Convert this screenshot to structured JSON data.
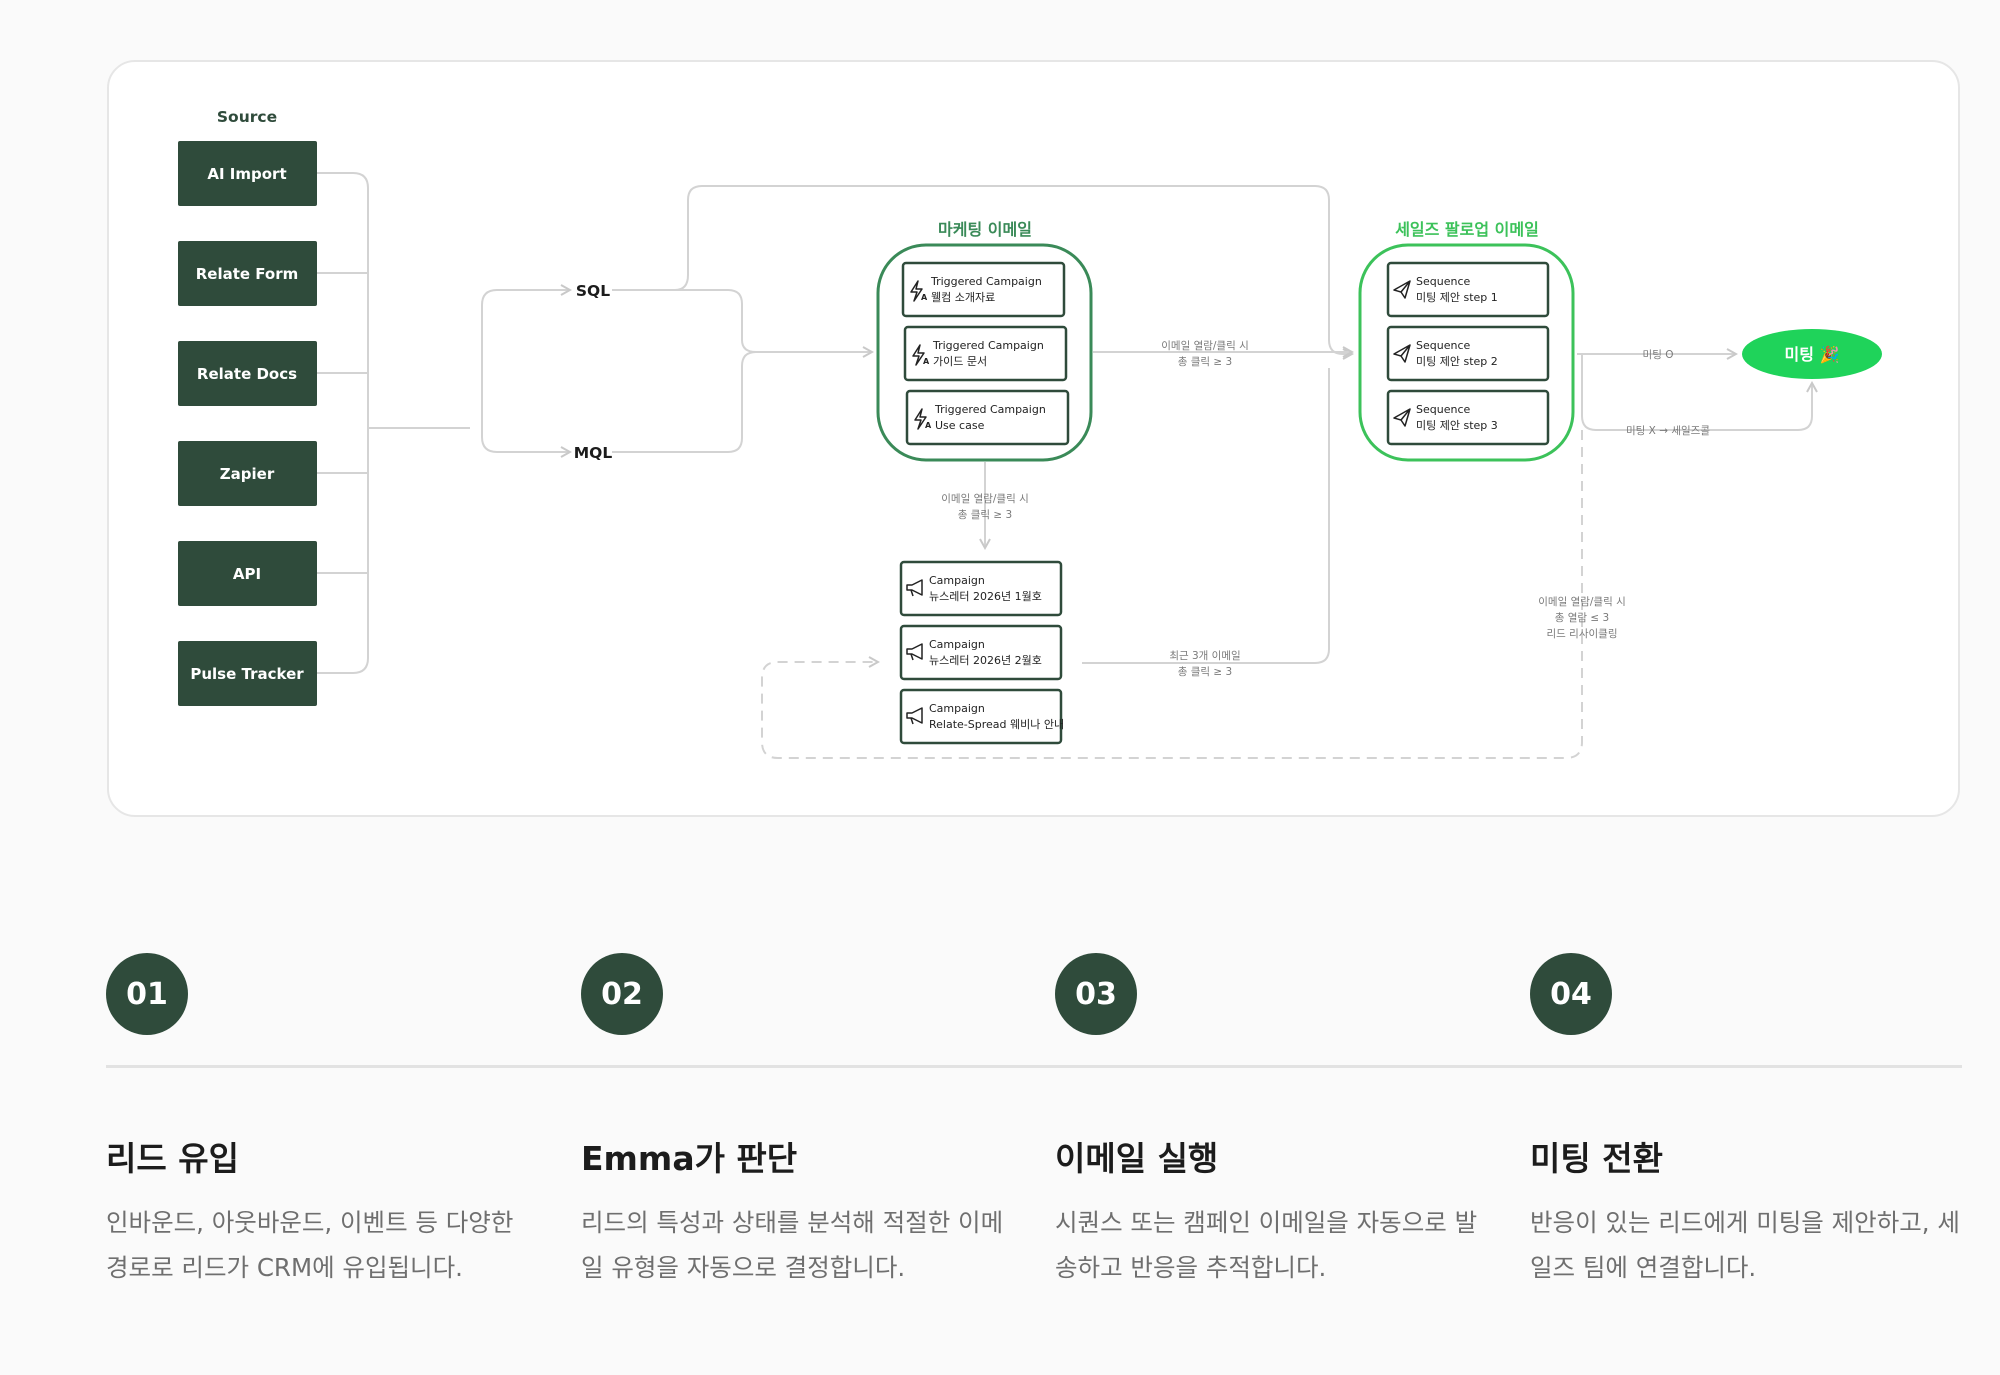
{
  "diagram": {
    "source_header": "Source",
    "sources": [
      "AI Import",
      "Relate Form",
      "Relate Docs",
      "Zapier",
      "API",
      "Pulse Tracker"
    ],
    "sql_label": "SQL",
    "mql_label": "MQL",
    "marketing_title": "마케팅 이메일",
    "marketing_items": [
      {
        "line1": "Triggered Campaign",
        "line2": "웰컴 소개자료"
      },
      {
        "line1": "Triggered Campaign",
        "line2": "가이드 문서"
      },
      {
        "line1": "Triggered Campaign",
        "line2": "Use case"
      }
    ],
    "sales_title": "세일즈 팔로업 이메일",
    "sales_items": [
      {
        "line1": "Sequence",
        "line2": "미팅 제안 step 1"
      },
      {
        "line1": "Sequence",
        "line2": "미팅 제안 step 2"
      },
      {
        "line1": "Sequence",
        "line2": "미팅 제안 step 3"
      }
    ],
    "campaign_items": [
      {
        "line1": "Campaign",
        "line2": "뉴스레터 2026년 1월호"
      },
      {
        "line1": "Campaign",
        "line2": "뉴스레터 2026년 2월호"
      },
      {
        "line1": "Campaign",
        "line2": "Relate-Spread 웨비나 안내"
      }
    ],
    "edge_mkt_to_sales": [
      "이메일 열람/클릭 시",
      "총 클릭 ≥ 3"
    ],
    "edge_mkt_to_campaign": [
      "이메일 열람/클릭 시",
      "총 클릭 ≥ 3"
    ],
    "edge_campaign_to_sales": [
      "최근 3개 이메일",
      "총 클릭 ≥ 3"
    ],
    "edge_recycle": [
      "이메일 열람/클릭 시",
      "총 열람 ≤ 3",
      "리드 리사이클링"
    ],
    "edge_meeting_yes": "미팅 O",
    "edge_meeting_no": "미팅 X → 세일즈콜",
    "meeting_label": "미팅 🎉"
  },
  "colors": {
    "dark_green": "#2f4b3b",
    "mid_green": "#3a8a58",
    "bright_green": "#3cc25a",
    "meeting_green": "#1fd35a",
    "line_gray": "#d3d3d3"
  },
  "steps": [
    {
      "num": "01",
      "title": "리드 유입",
      "desc": "인바운드, 아웃바운드, 이벤트 등 다양한 경로로 리드가 CRM에 유입됩니다."
    },
    {
      "num": "02",
      "title": "Emma가 판단",
      "desc": "리드의 특성과 상태를 분석해 적절한 이메일 유형을 자동으로 결정합니다."
    },
    {
      "num": "03",
      "title": "이메일 실행",
      "desc": "시퀀스 또는 캠페인 이메일을 자동으로 발송하고 반응을 추적합니다."
    },
    {
      "num": "04",
      "title": "미팅 전환",
      "desc": "반응이 있는 리드에게 미팅을 제안하고, 세일즈 팀에 연결합니다."
    }
  ]
}
